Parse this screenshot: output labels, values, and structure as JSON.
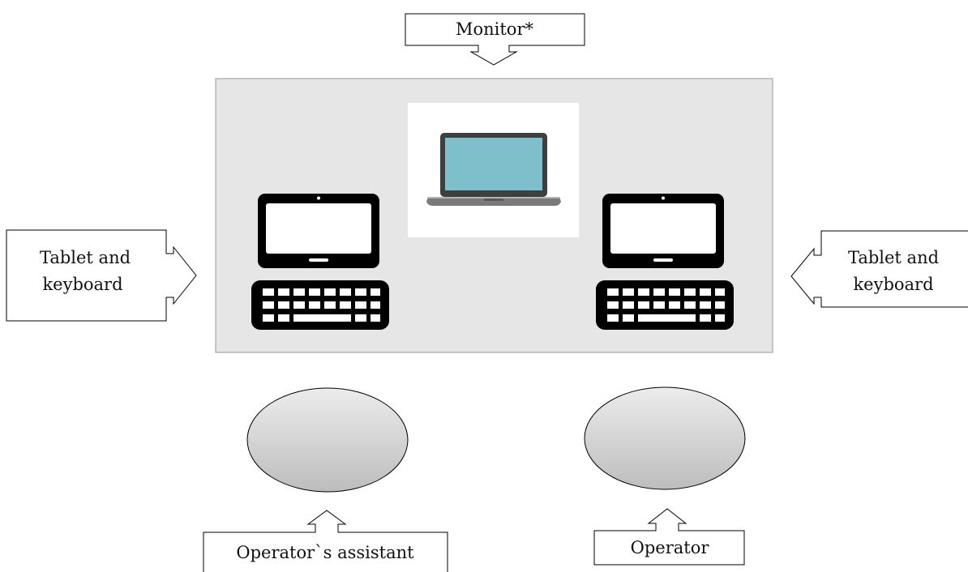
{
  "callouts": {
    "monitor": "Monitor*",
    "tablet_left_line1": "Tablet and",
    "tablet_left_line2": "keyboard",
    "tablet_right_line1": "Tablet and",
    "tablet_right_line2": "keyboard",
    "assistant": "Operator`s assistant",
    "operator": "Operator"
  },
  "icons": [
    "laptop-icon",
    "tablet-icon",
    "keyboard-icon",
    "person-ellipse"
  ],
  "colors": {
    "workstation_fill": "#e6e6e6",
    "workstation_border": "#a6a6a6",
    "laptop_screen": "#7fbfcc",
    "ellipse_light": "#ececec",
    "ellipse_dark": "#bdbdbd",
    "ink": "#000000"
  }
}
